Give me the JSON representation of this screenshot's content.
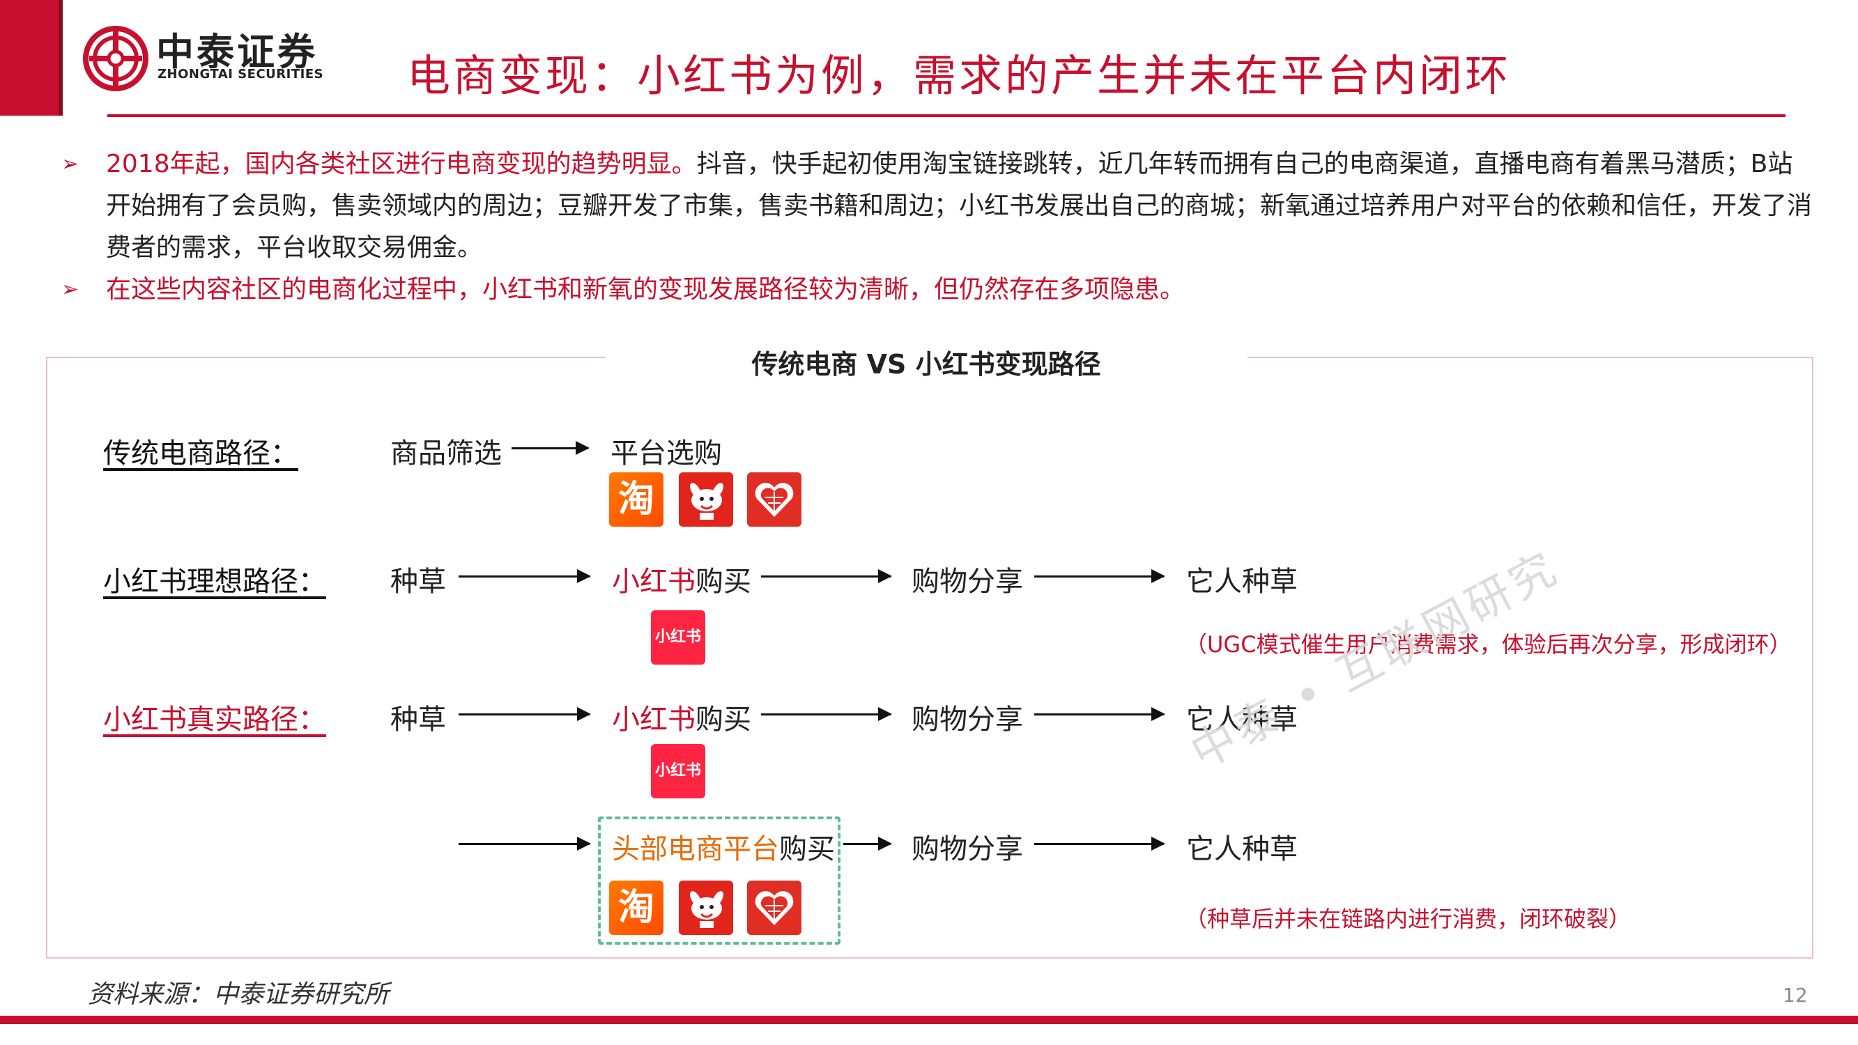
{
  "brand": {
    "name_cn": "中泰证券",
    "name_en": "ZHONGTAI SECURITIES"
  },
  "title": "电商变现：小红书为例，需求的产生并未在平台内闭环",
  "bullets": [
    {
      "highlight": "2018年起，国内各类社区进行电商变现的趋势明显。",
      "rest": "抖音，快手起初使用淘宝链接跳转，近几年转而拥有自己的电商渠道，直播电商有着黑马潜质；B站开始拥有了会员购，售卖领域内的周边；豆瓣开发了市集，售卖书籍和周边；小红书发展出自己的商城；新氧通过培养用户对平台的依赖和信任，开发了消费者的需求，平台收取交易佣金。"
    },
    {
      "highlight": "在这些内容社区的电商化过程中，小红书和新氧的变现发展路径较为清晰，但仍然存在多项隐患。",
      "rest": ""
    }
  ],
  "diagram": {
    "title": "传统电商 VS 小红书变现路径",
    "traditional": {
      "label": "传统电商路径：",
      "step1": "商品筛选",
      "step2": "平台选购"
    },
    "ideal": {
      "label": "小红书理想路径：",
      "step1": "种草",
      "step2_hl": "小红书",
      "step2_rest": "购买",
      "step3": "购物分享",
      "step4": "它人种草",
      "note": "（UGC模式催生用户消费需求，体验后再次分享，形成闭环）"
    },
    "real": {
      "label": "小红书真实路径：",
      "step1": "种草",
      "step2_hl": "小红书",
      "step2_rest": "购买",
      "step3": "购物分享",
      "step4": "它人种草",
      "alt_hl": "头部电商平台",
      "alt_rest": "购买",
      "alt_step3": "购物分享",
      "alt_step4": "它人种草",
      "note": "（种草后并未在链路内进行消费，闭环破裂）"
    },
    "icons": {
      "taobao": "淘",
      "xiaohongshu": "小红书"
    }
  },
  "watermark": "中泰 • 互联网研究",
  "source": "资料来源：中泰证券研究所",
  "page_number": "12"
}
